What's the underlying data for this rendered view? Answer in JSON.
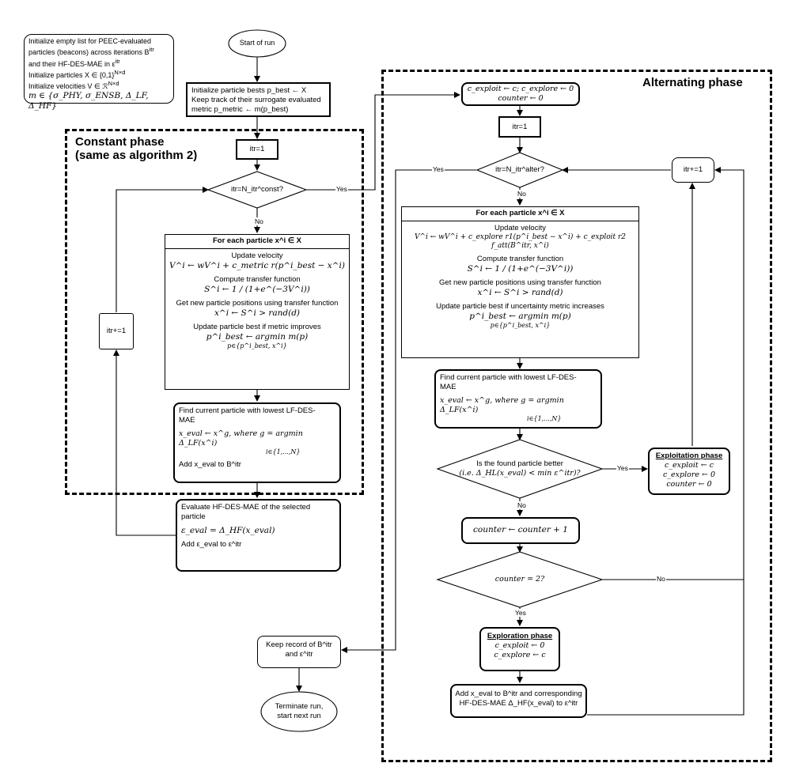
{
  "sections": {
    "constant_title_1": "Constant phase",
    "constant_title_2": "(same as algorithm 2)",
    "alternating_title": "Alternating phase"
  },
  "init_note": {
    "l1": "Initialize empty list for PEEC-evaluated",
    "l2": "particles (beacons) across iterations B",
    "l2sup": "itr",
    "l3": "and their HF-DES-MAE in ε",
    "l3sup": "itr",
    "l4": "Initialize particles X ∈ {0,1}",
    "l4sup": "N×d",
    "l5": "Initialize velocities V ∈ ℛ",
    "l5sup": "N×d",
    "l6": "m ∈ {σ_PHY, σ_ENSB, Δ_LF, Δ_HF}"
  },
  "start": "Start of run",
  "init_best": {
    "l1": "Initialize particle bests p_best ← X",
    "l2": "Keep track of their surrogate evaluated",
    "l3": "metric p_metric ← m(p_best)"
  },
  "itr1_left": "itr=1",
  "decision_const": "itr=N_itr^const?",
  "yes_const": "Yes",
  "no_const": "No",
  "itr_inc_left": "itr+=1",
  "for_each_left": {
    "header": "For each particle x^i ∈ X",
    "s1": "Update velocity",
    "s1m": "V^i ← wV^i + c_metric r(p^i_best − x^i)",
    "s2": "Compute transfer function",
    "s2m": "S^i ← 1 / (1+e^(−3V^i))",
    "s3": "Get new particle positions using transfer function",
    "s3m": "x^i ← S^i > rand(d)",
    "s4": "Update particle best if metric improves",
    "s4m": "p^i_best ← argmin m(p)",
    "s4sub": "p∈{p^i_best, x^i}"
  },
  "find_left": {
    "l1": "Find current particle with lowest LF-DES-",
    "l2": "MAE",
    "m": "x_eval ← x^g, where g = argmin Δ_LF(x^i)",
    "sub": "i∈{1,...,N}",
    "add": "Add x_eval to B^itr"
  },
  "eval_hf": {
    "l1": "Evaluate HF-DES-MAE of the selected",
    "l2": "particle",
    "m": "ε_eval = Δ_HF(x_eval)",
    "add": "Add ε_eval to ε^itr"
  },
  "keep": {
    "l1": "Keep record of B^itr",
    "l2": "and ε^itr"
  },
  "terminate": {
    "l1": "Terminate run,",
    "l2": "start next run"
  },
  "alt_init": {
    "l1": "c_exploit ← c; c_explore ← 0",
    "l2": "counter ← 0"
  },
  "itr1_right": "itr=1",
  "decision_alt": "itr=N_itr^alter?",
  "yes_alt": "Yes",
  "no_alt": "No",
  "itr_inc_right": "itr+=1",
  "for_each_right": {
    "header": "For each particle x^i ∈ X",
    "s1": "Update velocity",
    "s1m": "V^i ← wV^i + c_explore r1(p^i_best − x^i) + c_exploit r2 f_att(B^itr, x^i)",
    "s2": "Compute transfer function",
    "s2m": "S^i ← 1 / (1+e^(−3V^i))",
    "s3": "Get new particle positions using transfer function",
    "s3m": "x^i ← S^i > rand(d)",
    "s4": "Update particle best if uncertainty metric increases",
    "s4m": "p^i_best ← argmin m(p)",
    "s4sub": "p∈{p^i_best, x^i}"
  },
  "find_right": {
    "l1": "Find current particle with lowest LF-DES-",
    "l2": "MAE",
    "m": "x_eval ← x^g, where g = argmin Δ_LF(x^i)",
    "sub": "i∈{1,...,N}"
  },
  "decision_better": {
    "l1": "Is the found particle better",
    "l2": "(i.e. Δ_HL(x_eval) < min ε^itr)?"
  },
  "yes_better": "Yes",
  "no_better": "No",
  "exploit_phase": {
    "title": "Exploitation phase",
    "l1": "c_exploit ← c",
    "l2": "c_explore ← 0",
    "l3": "counter ← 0"
  },
  "counter_inc": "counter ← counter + 1",
  "decision_counter": "counter = 2?",
  "yes_counter": "Yes",
  "no_counter": "No",
  "explore_phase": {
    "title": "Exploration phase",
    "l1": "c_exploit ← 0",
    "l2": "c_explore ← c"
  },
  "add_right": {
    "l1": "Add x_eval to B^itr and corresponding",
    "l2": "HF-DES-MAE Δ_HF(x_eval) to ε^itr"
  }
}
